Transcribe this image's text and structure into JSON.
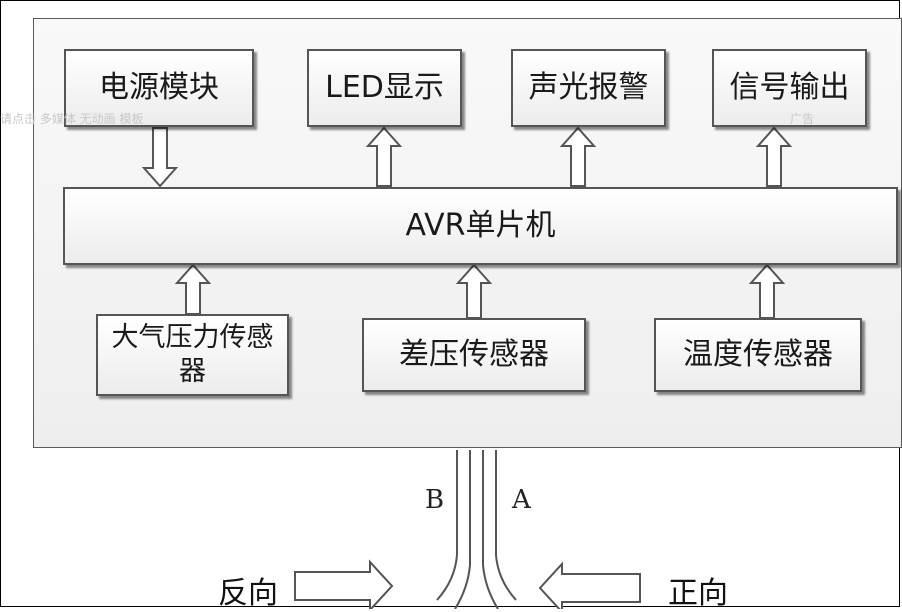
{
  "diagram": {
    "modules_top": {
      "power": "电源模块",
      "led": "LED显示",
      "alarm": "声光报警",
      "signal": "信号输出"
    },
    "mcu": "AVR单片机",
    "sensors": {
      "atmospheric": "大气压力传感器",
      "differential": "差压传感器",
      "temperature": "温度传感器"
    },
    "pipe_labels": {
      "left": "B",
      "right": "A"
    },
    "directions": {
      "reverse": "反向",
      "forward": "正向"
    },
    "watermark_left": "请点击 多媒体 无动画 模板",
    "watermark_right": "广告"
  }
}
